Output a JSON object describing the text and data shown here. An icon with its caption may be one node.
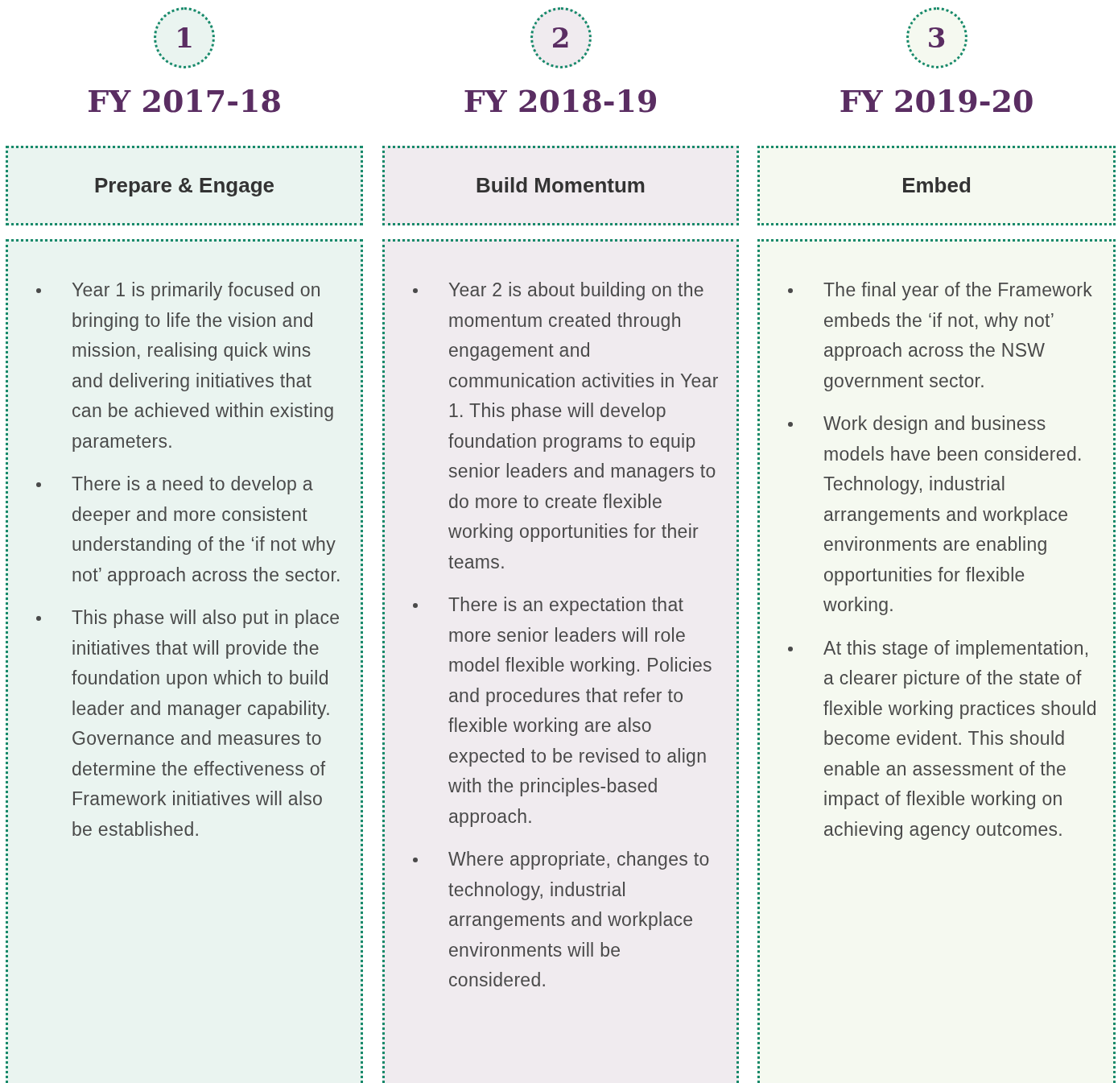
{
  "diagram": {
    "nodes": [
      {
        "text": [
          "1"
        ],
        "beside": [
          "FY 2017-18"
        ]
      },
      {
        "text": [
          "2"
        ],
        "beside": [
          "FY 2018-19"
        ]
      },
      {
        "text": [
          "3"
        ],
        "beside": [
          "FY 2019-20"
        ]
      },
      {
        "text": [
          "Prepare & Engage"
        ]
      },
      {
        "text": [
          "Build Momentum"
        ]
      },
      {
        "text": [
          "Embed"
        ]
      },
      {
        "text": [
          "Year 1 is primarily focused on bringing to life the vision and mission, realising quick wins and delivering initiatives that can be achieved within existing parameters.",
          "There is a need to develop a deeper and more consistent understanding of the ‘if not why not’ approach across the sector.",
          "This phase will also put in place initiatives that will provide the foundation upon which to build leader and manager capability.  Governance and measures to determine the effectiveness of Framework initiatives will also be established."
        ]
      },
      {
        "text": [
          "Year 2 is about building on the momentum created through engagement and communication activities in Year 1. This phase will develop foundation programs to equip senior leaders and managers to do more to create flexible working opportunities for their teams.",
          "There is an expectation that more senior leaders will role model flexible working. Policies and procedures that refer to flexible working are also expected to be revised to align with the principles-based approach.",
          "Where appropriate, changes to technology, industrial arrangements and workplace environments will be considered."
        ]
      },
      {
        "text": [
          "The final year of the Framework embeds the ‘if not, why not’ approach across the NSW government sector.",
          "Work design and business models have been considered. Technology, industrial arrangements and workplace environments are enabling opportunities for flexible working.",
          "At this stage of implementation,  a clearer picture of the state of flexible working practices should become evident. This should enable an assessment of the impact of flexible working on achieving agency outcomes."
        ]
      }
    ]
  }
}
